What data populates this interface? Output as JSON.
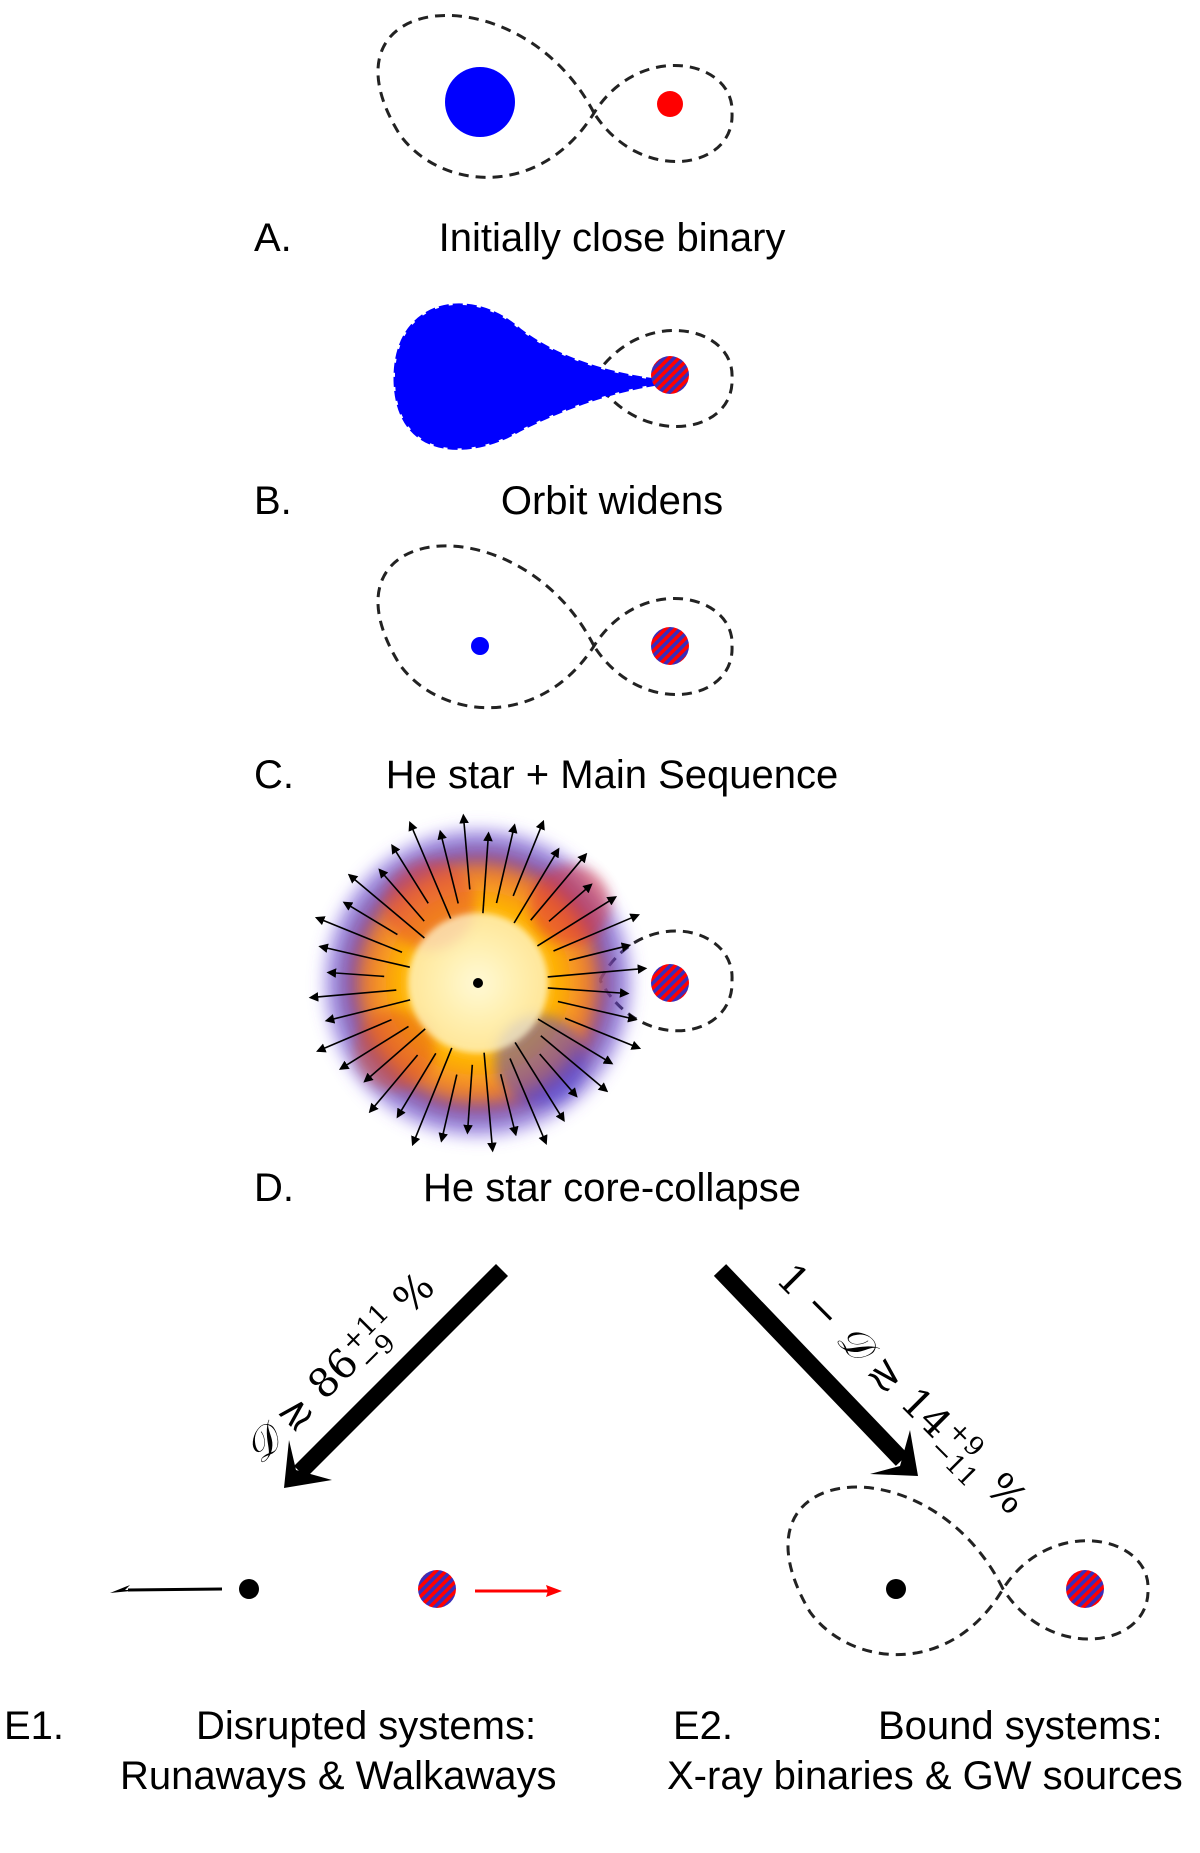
{
  "steps": {
    "a": {
      "letter": "A.",
      "caption": "Initially close binary"
    },
    "b": {
      "letter": "B.",
      "caption": "Orbit widens"
    },
    "c": {
      "letter": "C.",
      "caption": "He star + Main Sequence"
    },
    "d": {
      "letter": "D.",
      "caption": "He star core-collapse"
    }
  },
  "outcomes": {
    "e1": {
      "letter": "E1.",
      "caption_line1": "Disrupted systems:",
      "caption_line2": "Runaways & Walkaways",
      "fraction": {
        "symbol": "𝒟",
        "relation": "≳",
        "value": "86",
        "plus": "+11",
        "minus": "−9",
        "unit": "%"
      }
    },
    "e2": {
      "letter": "E2.",
      "caption_line1": "Bound systems:",
      "caption_line2": "X-ray binaries & GW sources",
      "fraction": {
        "prefix": "1 − ",
        "symbol": "𝒟",
        "relation": "≳",
        "value": "14",
        "plus": "+9",
        "minus": "−11",
        "unit": "%"
      }
    }
  },
  "colors": {
    "primary_star": "#0000ff",
    "companion_star": "#ff0000",
    "hatched_star_stripe": "#3b2db8",
    "orbit_line": "#222222",
    "arrow": "#000000",
    "companion_velocity_arrow": "#ff0000"
  }
}
